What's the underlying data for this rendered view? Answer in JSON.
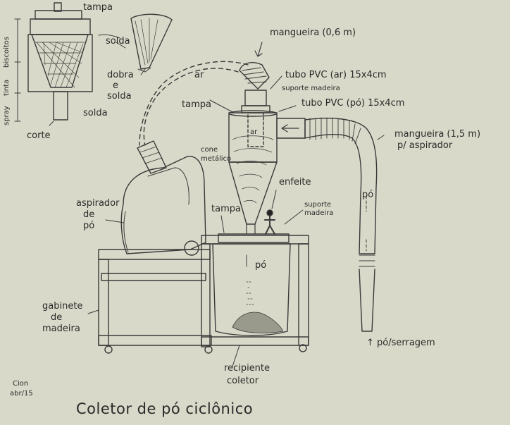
{
  "title": "Coletor de pó ciclônico",
  "signature": {
    "name": "Cion",
    "date": "abr/15"
  },
  "detail": {
    "tampa": "tampa",
    "biscoitos": "biscoitos",
    "tinta": "tinta",
    "spray": "spray",
    "corte": "corte",
    "solda": "solda",
    "solda2": "solda",
    "dobra": "dobra",
    "e": "e",
    "solda3": "solda"
  },
  "labels": {
    "mangueira_small": "mangueira (0,6 m)",
    "ar_arrow": "ar",
    "tubo_ar": "tubo PVC (ar)  15x4cm",
    "suporte1": "suporte madeira",
    "tampa_top": "tampa",
    "tubo_po": "tubo PVC (pó)  15x4cm",
    "ar_inside": "ar",
    "mangueira_big": "mangueira (1,5 m)",
    "p_aspirador": "p/ aspirador",
    "cone1": "cone",
    "cone2": "metálico",
    "enfeite": "enfeite",
    "suporte2a": "suporte",
    "suporte2b": "madeira",
    "aspirador1": "aspirador",
    "aspirador2": "de",
    "aspirador3": "pó",
    "tampa_mid": "tampa",
    "po_hose": "pó",
    "po_bin": "pó",
    "gabinete1": "gabinete",
    "gabinete2": "de",
    "gabinete3": "madeira",
    "recipiente1": "recipiente",
    "recipiente2": "coletor",
    "serragem": "↑ pó/serragem"
  }
}
